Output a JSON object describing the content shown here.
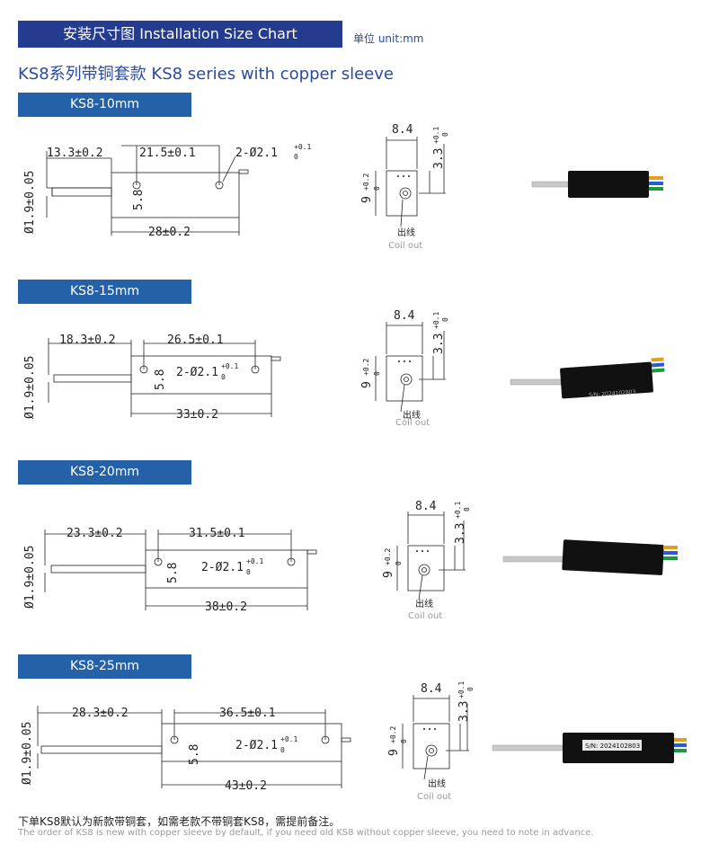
{
  "header": {
    "title": "安装尺寸图 Installation Size Chart",
    "unit": "单位 unit:mm"
  },
  "subtitle": "KS8系列带铜套款  KS8 series with copper sleeve",
  "sections": [
    {
      "label": "KS8-10mm",
      "left_dim": "13.3±0.2",
      "mid_dim": "21.5±0.1",
      "hole": "2-Ø2.1",
      "tol_hi": "+0.1",
      "tol_lo": "0",
      "h58": "5.8",
      "total": "28±0.2",
      "dia": "Ø1.9±0.05",
      "w84": "8.4",
      "h33": "3.3",
      "h33_hi": "+0.1",
      "h33_lo": "0",
      "h9": "9",
      "h9_hi": "+0.2",
      "h9_lo": "0",
      "coil_cn": "出线",
      "coil_en": "Coil out",
      "serial": ""
    },
    {
      "label": "KS8-15mm",
      "left_dim": "18.3±0.2",
      "mid_dim": "26.5±0.1",
      "hole": "2-Ø2.1",
      "tol_hi": "+0.1",
      "tol_lo": "0",
      "h58": "5.8",
      "total": "33±0.2",
      "dia": "Ø1.9±0.05",
      "w84": "8.4",
      "h33": "3.3",
      "h33_hi": "+0.1",
      "h33_lo": "0",
      "h9": "9",
      "h9_hi": "+0.2",
      "h9_lo": "0",
      "coil_cn": "出线",
      "coil_en": "Coil out",
      "serial": "S/N: 2024102803"
    },
    {
      "label": "KS8-20mm",
      "left_dim": "23.3±0.2",
      "mid_dim": "31.5±0.1",
      "hole": "2-Ø2.1",
      "tol_hi": "+0.1",
      "tol_lo": "0",
      "h58": "5.8",
      "total": "38±0.2",
      "dia": "Ø1.9±0.05",
      "w84": "8.4",
      "h33": "3.3",
      "h33_hi": "+0.1",
      "h33_lo": "0",
      "h9": "9",
      "h9_hi": "+0.2",
      "h9_lo": "0",
      "coil_cn": "出线",
      "coil_en": "Coil out",
      "serial": ""
    },
    {
      "label": "KS8-25mm",
      "left_dim": "28.3±0.2",
      "mid_dim": "36.5±0.1",
      "hole": "2-Ø2.1",
      "tol_hi": "+0.1",
      "tol_lo": "0",
      "h58": "5.8",
      "total": "43±0.2",
      "dia": "Ø1.9±0.05",
      "w84": "8.4",
      "h33": "3.3",
      "h33_hi": "+0.1",
      "h33_lo": "0",
      "h9": "9",
      "h9_hi": "+0.2",
      "h9_lo": "0",
      "coil_cn": "出线",
      "coil_en": "Coil out",
      "serial": "S/N: 2024102803"
    }
  ],
  "notes": {
    "cn": "下单KS8默认为新款带铜套，如需老款不带铜套KS8，需提前备注。",
    "en": "The order of KS8 is new with copper sleeve by default, if you need old KS8 without copper sleeve, you need to note in advance."
  }
}
